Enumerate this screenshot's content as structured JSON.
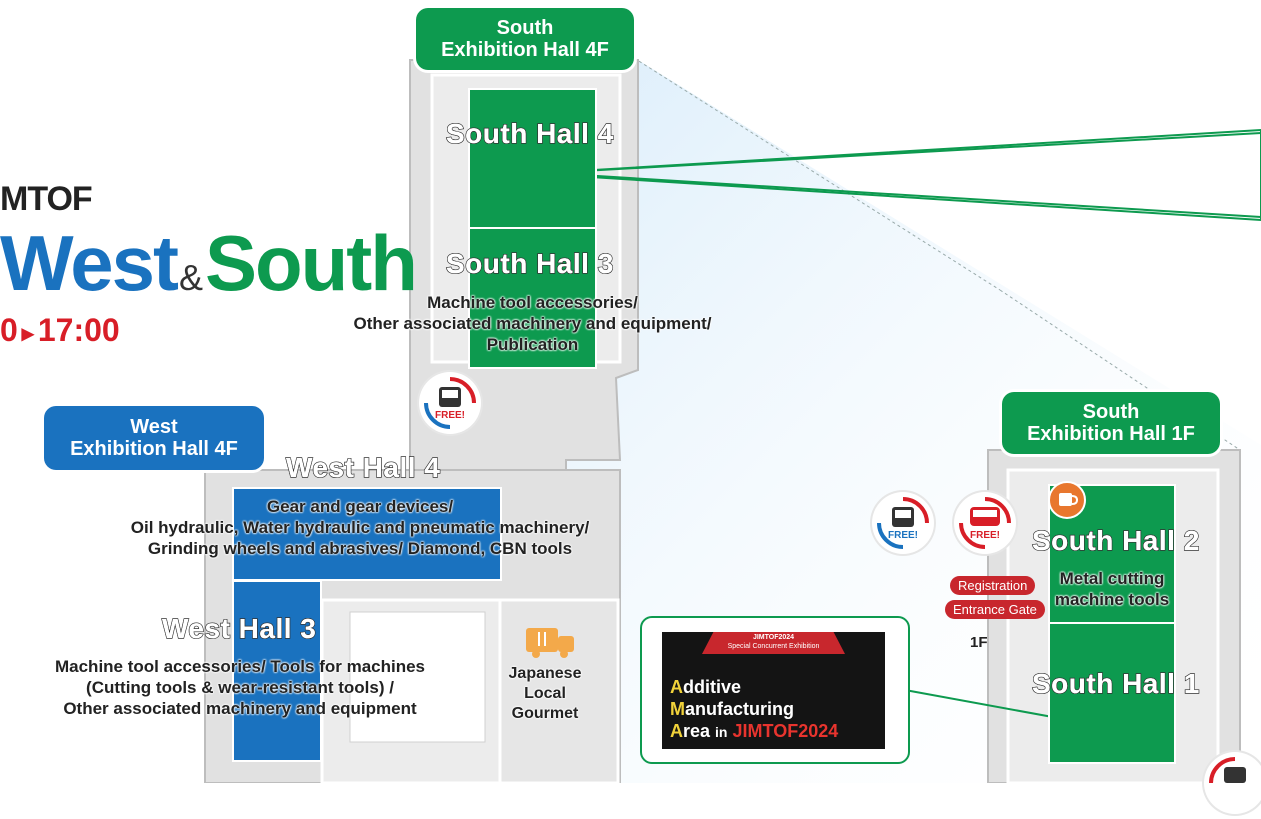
{
  "logo": {
    "brand": "MTOF",
    "west": "West",
    "amp": "&",
    "south": "South",
    "time_start": "0",
    "time_arrow": "▸",
    "time_end": "17:00"
  },
  "tabs": {
    "south4f": {
      "line1": "South",
      "line2": "Exhibition Hall 4F"
    },
    "west4f": {
      "line1": "West",
      "line2": "Exhibition Hall 4F"
    },
    "south1f": {
      "line1": "South",
      "line2": "Exhibition Hall 1F"
    }
  },
  "halls": {
    "south4": {
      "title": "South  Hall 4"
    },
    "south3": {
      "title": "South  Hall 3",
      "desc": [
        "Machine tool accessories/",
        "Other associated machinery and equipment/",
        "Publication"
      ]
    },
    "west4": {
      "title": "West Hall 4",
      "desc": [
        "Gear and gear devices/",
        "Oil hydraulic, Water hydraulic and pneumatic machinery/",
        "Grinding wheels and abrasives/ Diamond, CBN tools"
      ]
    },
    "west3": {
      "title": "West Hall 3",
      "desc": [
        "Machine tool accessories/ Tools for machines",
        "(Cutting tools & wear-resistant tools) /",
        "Other associated machinery and equipment"
      ]
    },
    "south2": {
      "title": "South Hall 2",
      "desc": [
        "Metal cutting",
        "machine tools"
      ]
    },
    "south1": {
      "title": "South Hall 1"
    }
  },
  "gourmet": {
    "lines": [
      "Japanese",
      "Local",
      "Gourmet"
    ],
    "icon": "food-truck-icon"
  },
  "badges": {
    "free": "FREE!"
  },
  "registration": {
    "line1": "Registration",
    "line2": "Entrance Gate",
    "floor": "1F"
  },
  "am_banner": {
    "top1": "JIMTOF2024",
    "top2": "Special Concurrent Exhibition",
    "l1_first": "A",
    "l1_rest": "dditive",
    "l2_first": "M",
    "l2_rest": "anufacturing",
    "l3_first": "A",
    "l3_rest": "rea",
    "l3_in": "in",
    "l3_brand": "JIMTOF2024"
  },
  "colors": {
    "green": "#0d9a4f",
    "blue": "#1a72bf",
    "red": "#c8272d",
    "orange": "#e8772e"
  }
}
